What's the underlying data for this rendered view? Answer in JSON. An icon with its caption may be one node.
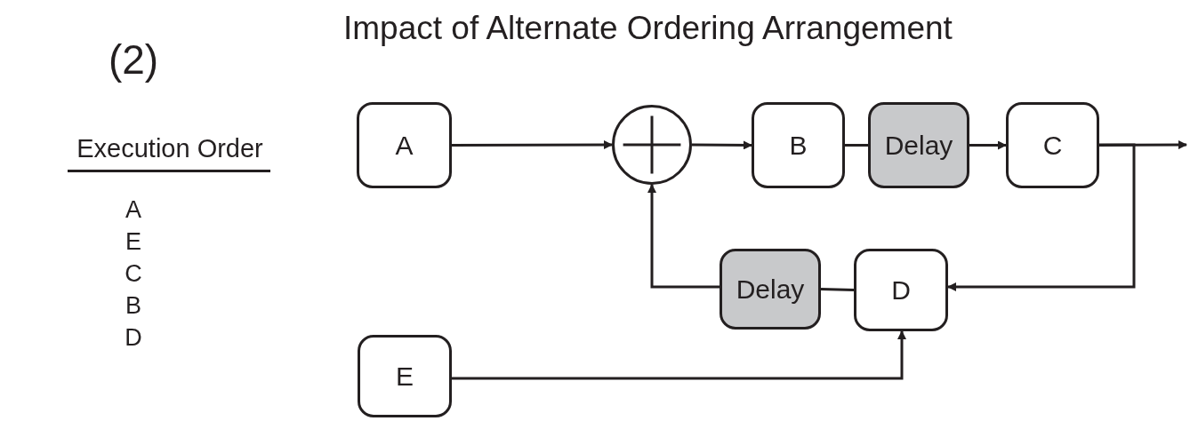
{
  "diagram": {
    "title": "Impact of Alternate Ordering Arrangement",
    "nodes": [
      {
        "text": [
          "A"
        ]
      },
      {
        "text": [],
        "shape": "circle"
      },
      {
        "text": [
          "B"
        ]
      },
      {
        "text": [
          "Delay"
        ]
      },
      {
        "text": [
          "C"
        ]
      },
      {
        "text": [
          "Delay"
        ]
      },
      {
        "text": [
          "D"
        ]
      },
      {
        "text": [
          "E"
        ]
      }
    ],
    "edges": [
      {
        "from": 0,
        "to": 1,
        "arrow": "to"
      },
      {
        "from": 1,
        "to": 2,
        "arrow": "to"
      },
      {
        "from": 2,
        "to": 3,
        "arrow": "none"
      },
      {
        "from": 3,
        "to": 4,
        "arrow": "to"
      },
      {
        "from": 4,
        "to": null,
        "arrow": "to"
      },
      {
        "from": 4,
        "to": 6,
        "arrow": "to"
      },
      {
        "from": 6,
        "to": 5,
        "arrow": "none"
      },
      {
        "from": 5,
        "to": 1,
        "arrow": "to"
      },
      {
        "from": 7,
        "to": 6,
        "arrow": "to"
      }
    ],
    "labels": [
      "(2)",
      "Execution Order",
      "A",
      "E",
      "C",
      "B",
      "D"
    ]
  }
}
